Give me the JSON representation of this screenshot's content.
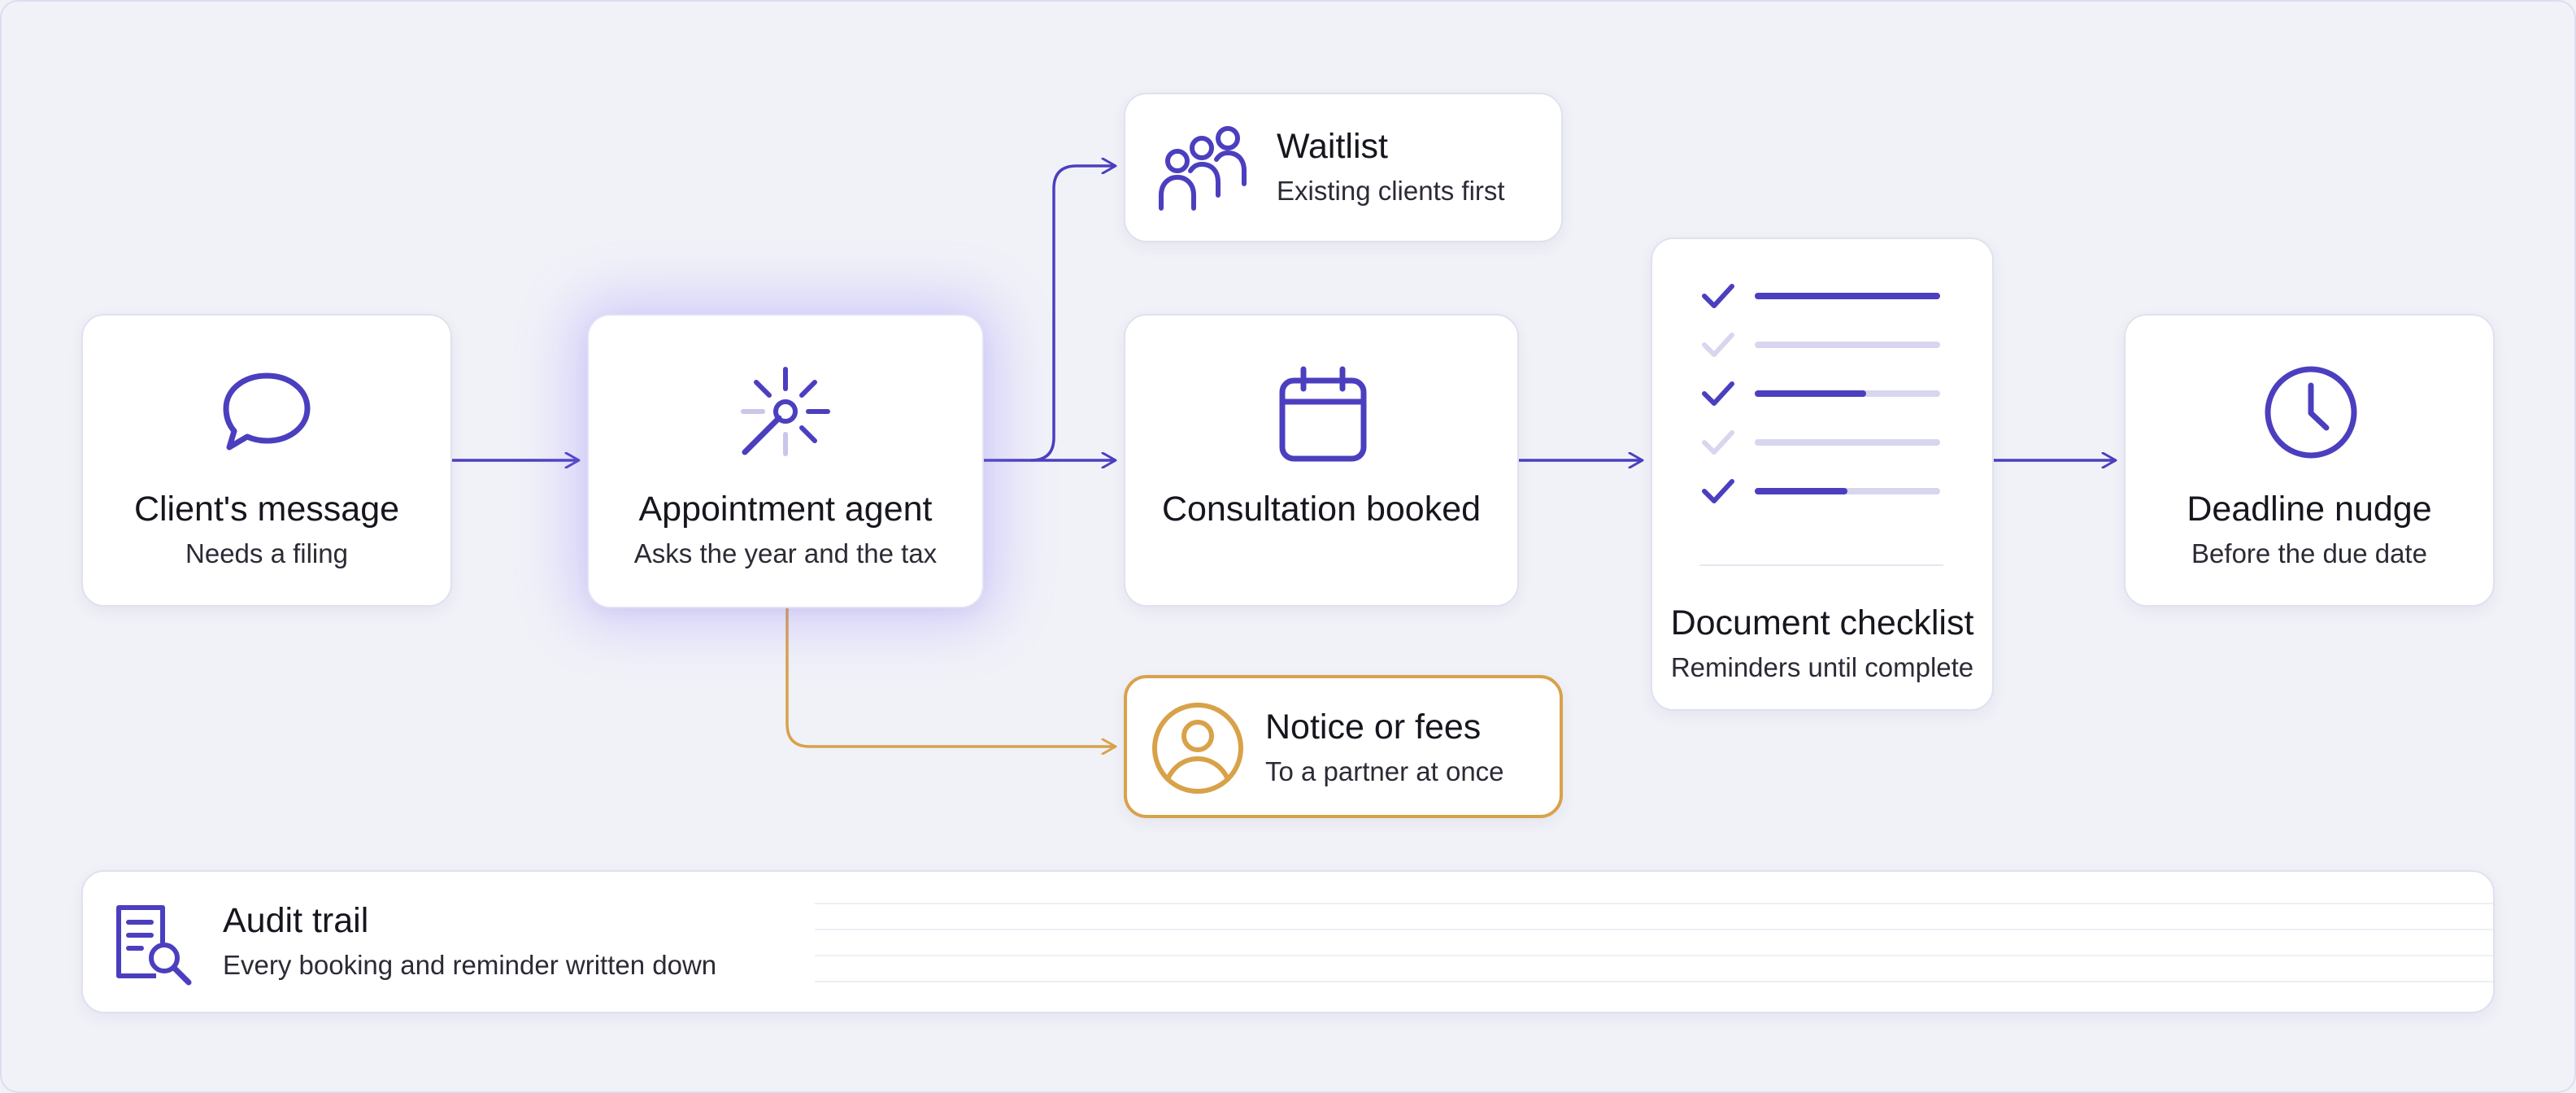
{
  "colors": {
    "accent": "#4b3fbf",
    "accent_light": "#d7d6ee",
    "escalation": "#d8a24a",
    "background": "#f1f2f8"
  },
  "nodes": {
    "client_message": {
      "title": "Client's message",
      "subtitle": "Needs a filing",
      "icon": "chat-bubble-icon"
    },
    "appointment_agent": {
      "title": "Appointment agent",
      "subtitle": "Asks the year and the tax",
      "icon": "magic-wand-icon"
    },
    "waitlist": {
      "title": "Waitlist",
      "subtitle": "Existing clients first",
      "icon": "people-group-icon"
    },
    "consultation": {
      "title": "Consultation booked",
      "icon": "calendar-icon"
    },
    "notice": {
      "title": "Notice or fees",
      "subtitle": "To a partner at once",
      "icon": "user-circle-icon"
    },
    "checklist": {
      "title": "Document checklist",
      "subtitle": "Reminders until complete",
      "icon": "checklist-icon",
      "items": [
        {
          "checked": true,
          "progress": 1.0
        },
        {
          "checked": false,
          "progress": 0.0
        },
        {
          "checked": true,
          "progress": 0.6
        },
        {
          "checked": false,
          "progress": 0.0
        },
        {
          "checked": true,
          "progress": 0.5
        }
      ]
    },
    "deadline": {
      "title": "Deadline nudge",
      "subtitle": "Before the due date",
      "icon": "clock-icon"
    }
  },
  "audit": {
    "title": "Audit trail",
    "subtitle": "Every booking and reminder written down",
    "icon": "document-search-icon"
  }
}
